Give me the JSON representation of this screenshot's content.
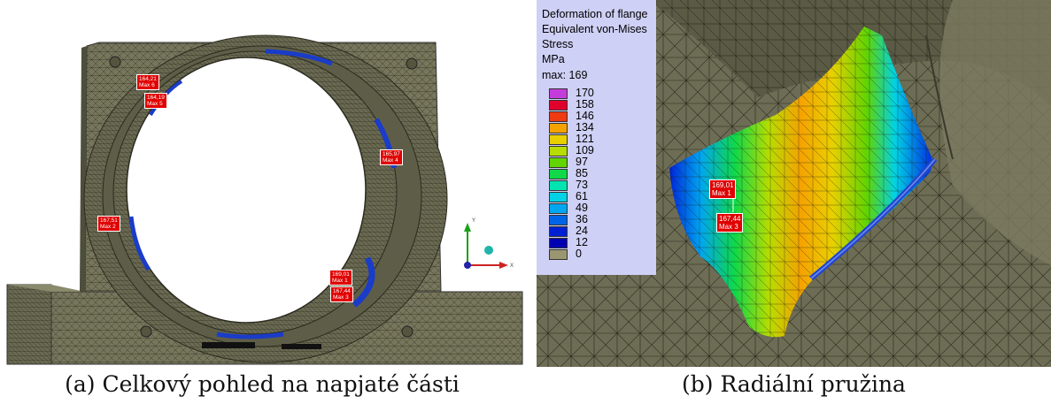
{
  "panel_a": {
    "caption": "(a) Celkový pohled na napjaté části",
    "labels": [
      {
        "value": "164,21",
        "max": "Max 6"
      },
      {
        "value": "164,19",
        "max": "Max 5"
      },
      {
        "value": "165,97",
        "max": "Max 4"
      },
      {
        "value": "167,51",
        "max": "Max 2"
      },
      {
        "value": "169,01",
        "max": "Max 1"
      },
      {
        "value": "167,44",
        "max": "Max 3"
      }
    ],
    "axes": {
      "y": "Y",
      "x": "X"
    }
  },
  "panel_b": {
    "caption": "(b) Radiální pružina",
    "legend": {
      "title1": "Deformation of flange",
      "title2": "Equivalent von-Mises",
      "title3": "Stress",
      "unit": "MPa",
      "max": "max: 169",
      "levels": [
        {
          "value": "170",
          "color": "#c43cdc"
        },
        {
          "value": "158",
          "color": "#e0002c"
        },
        {
          "value": "146",
          "color": "#f03a10"
        },
        {
          "value": "134",
          "color": "#f5a200"
        },
        {
          "value": "121",
          "color": "#e9d000"
        },
        {
          "value": "109",
          "color": "#b8dc00"
        },
        {
          "value": "97",
          "color": "#62d400"
        },
        {
          "value": "85",
          "color": "#10d848"
        },
        {
          "value": "73",
          "color": "#00e4b2"
        },
        {
          "value": "61",
          "color": "#00d2e6"
        },
        {
          "value": "49",
          "color": "#00a6f0"
        },
        {
          "value": "36",
          "color": "#0064e6"
        },
        {
          "value": "24",
          "color": "#0020d4"
        },
        {
          "value": "12",
          "color": "#0000b0"
        },
        {
          "value": "0",
          "color": "#9a9670"
        }
      ]
    },
    "labels": [
      {
        "value": "169,01",
        "max": "Max 1"
      },
      {
        "value": "167,44",
        "max": "Max 3"
      }
    ]
  }
}
